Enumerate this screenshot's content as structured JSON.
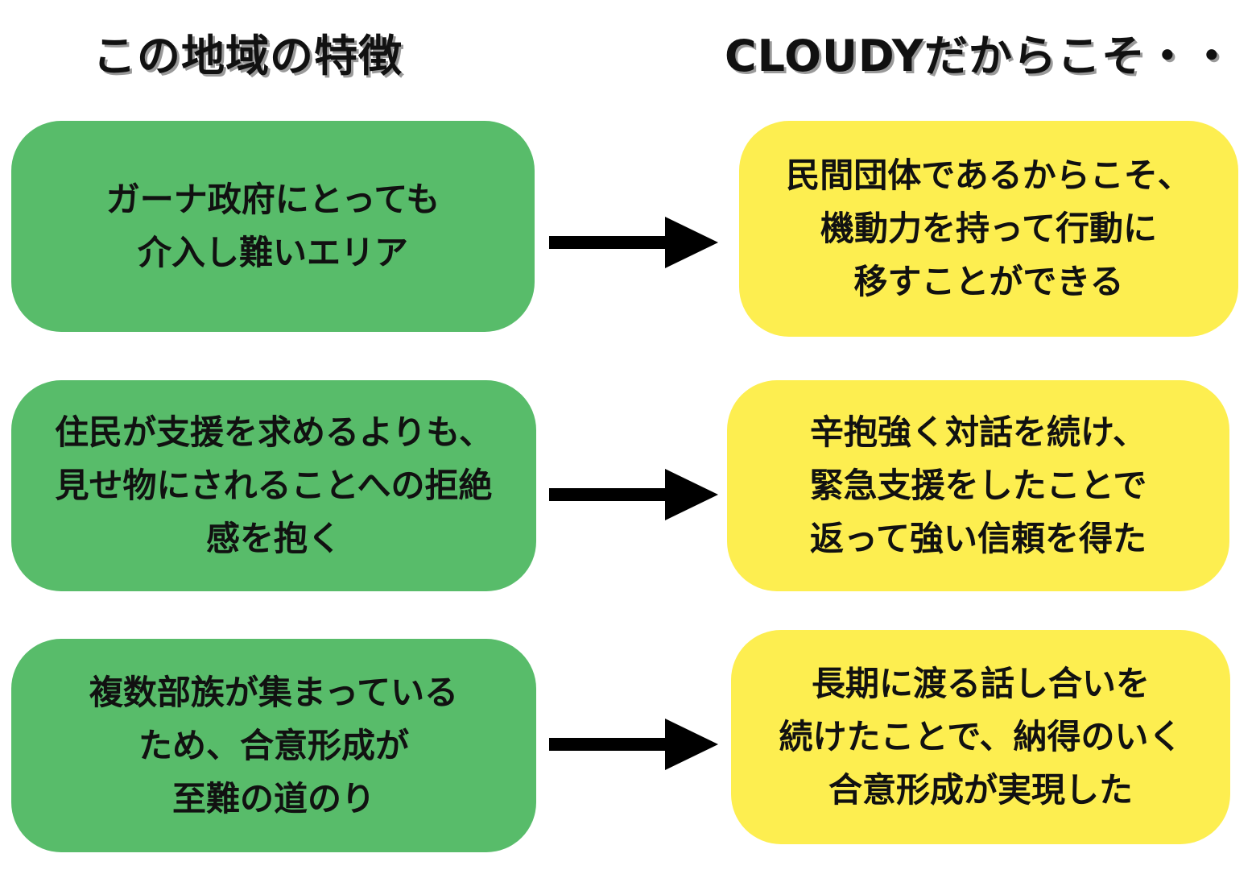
{
  "headings": {
    "left": "この地域の特徴",
    "right": "CLOUDYだからこそ・・"
  },
  "features": [
    {
      "text": "ガーナ政府にとっても\n介入し難いエリア"
    },
    {
      "text": "住民が支援を求めるよりも、\n見せ物にされることへの拒絶\n感を抱く"
    },
    {
      "text": "複数部族が集まっている\nため、合意形成が\n至難の道のり"
    }
  ],
  "responses": [
    {
      "text": "民間団体であるからこそ、\n機動力を持って行動に\n移すことができる"
    },
    {
      "text": "辛抱強く対話を続け、\n緊急支援をしたことで\n返って強い信頼を得た"
    },
    {
      "text": "長期に渡る話し合いを\n続けたことで、納得のいく\n合意形成が実現した"
    }
  ],
  "colors": {
    "feature_box": "#58bc6a",
    "response_box": "#fdee50",
    "arrow": "#000000",
    "text": "#111111"
  },
  "icons": {
    "connector": "right-arrow-icon"
  }
}
